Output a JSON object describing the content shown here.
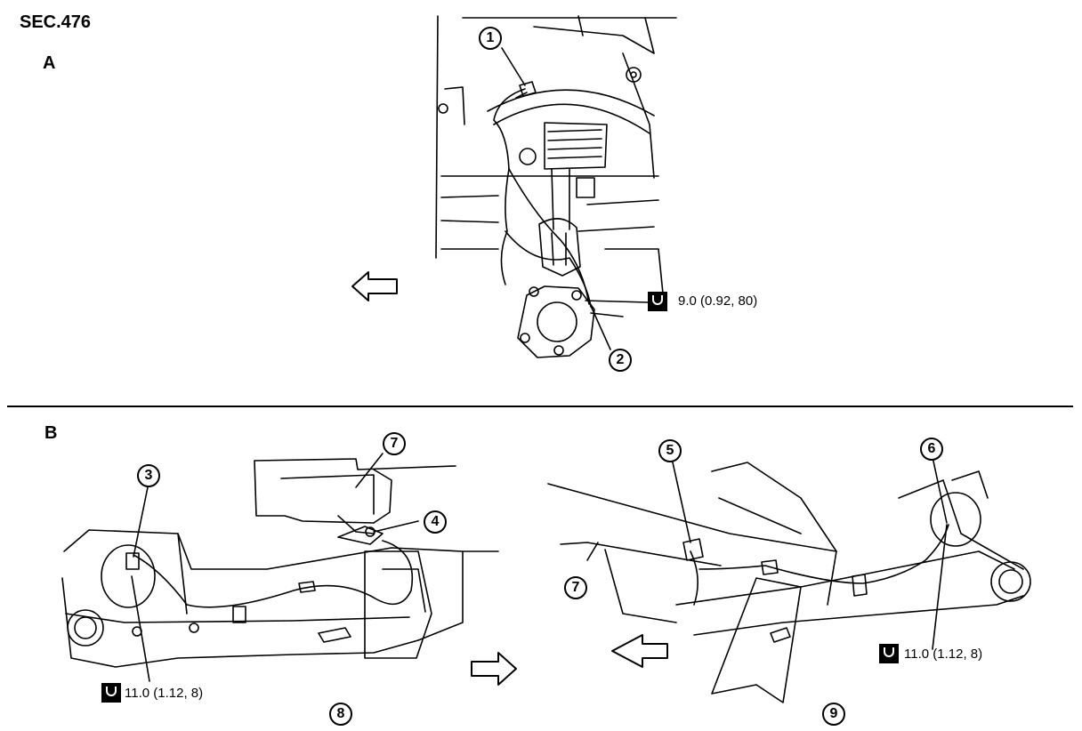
{
  "section_code": "SEC.476",
  "panels": {
    "a": {
      "label": "A",
      "torque": "9.0 (0.92, 80)"
    },
    "b": {
      "label": "B",
      "torque_left": "11.0 (1.12, 8)",
      "torque_right": "11.0 (1.12, 8)"
    }
  },
  "callouts": {
    "c1": "1",
    "c2": "2",
    "c3": "3",
    "c4": "4",
    "c5": "5",
    "c6": "6",
    "c7a": "7",
    "c7b": "7",
    "c8": "8",
    "c9": "9"
  },
  "icons": {
    "torque": "torque-wrench-icon",
    "arrow": "direction-arrow-icon"
  }
}
